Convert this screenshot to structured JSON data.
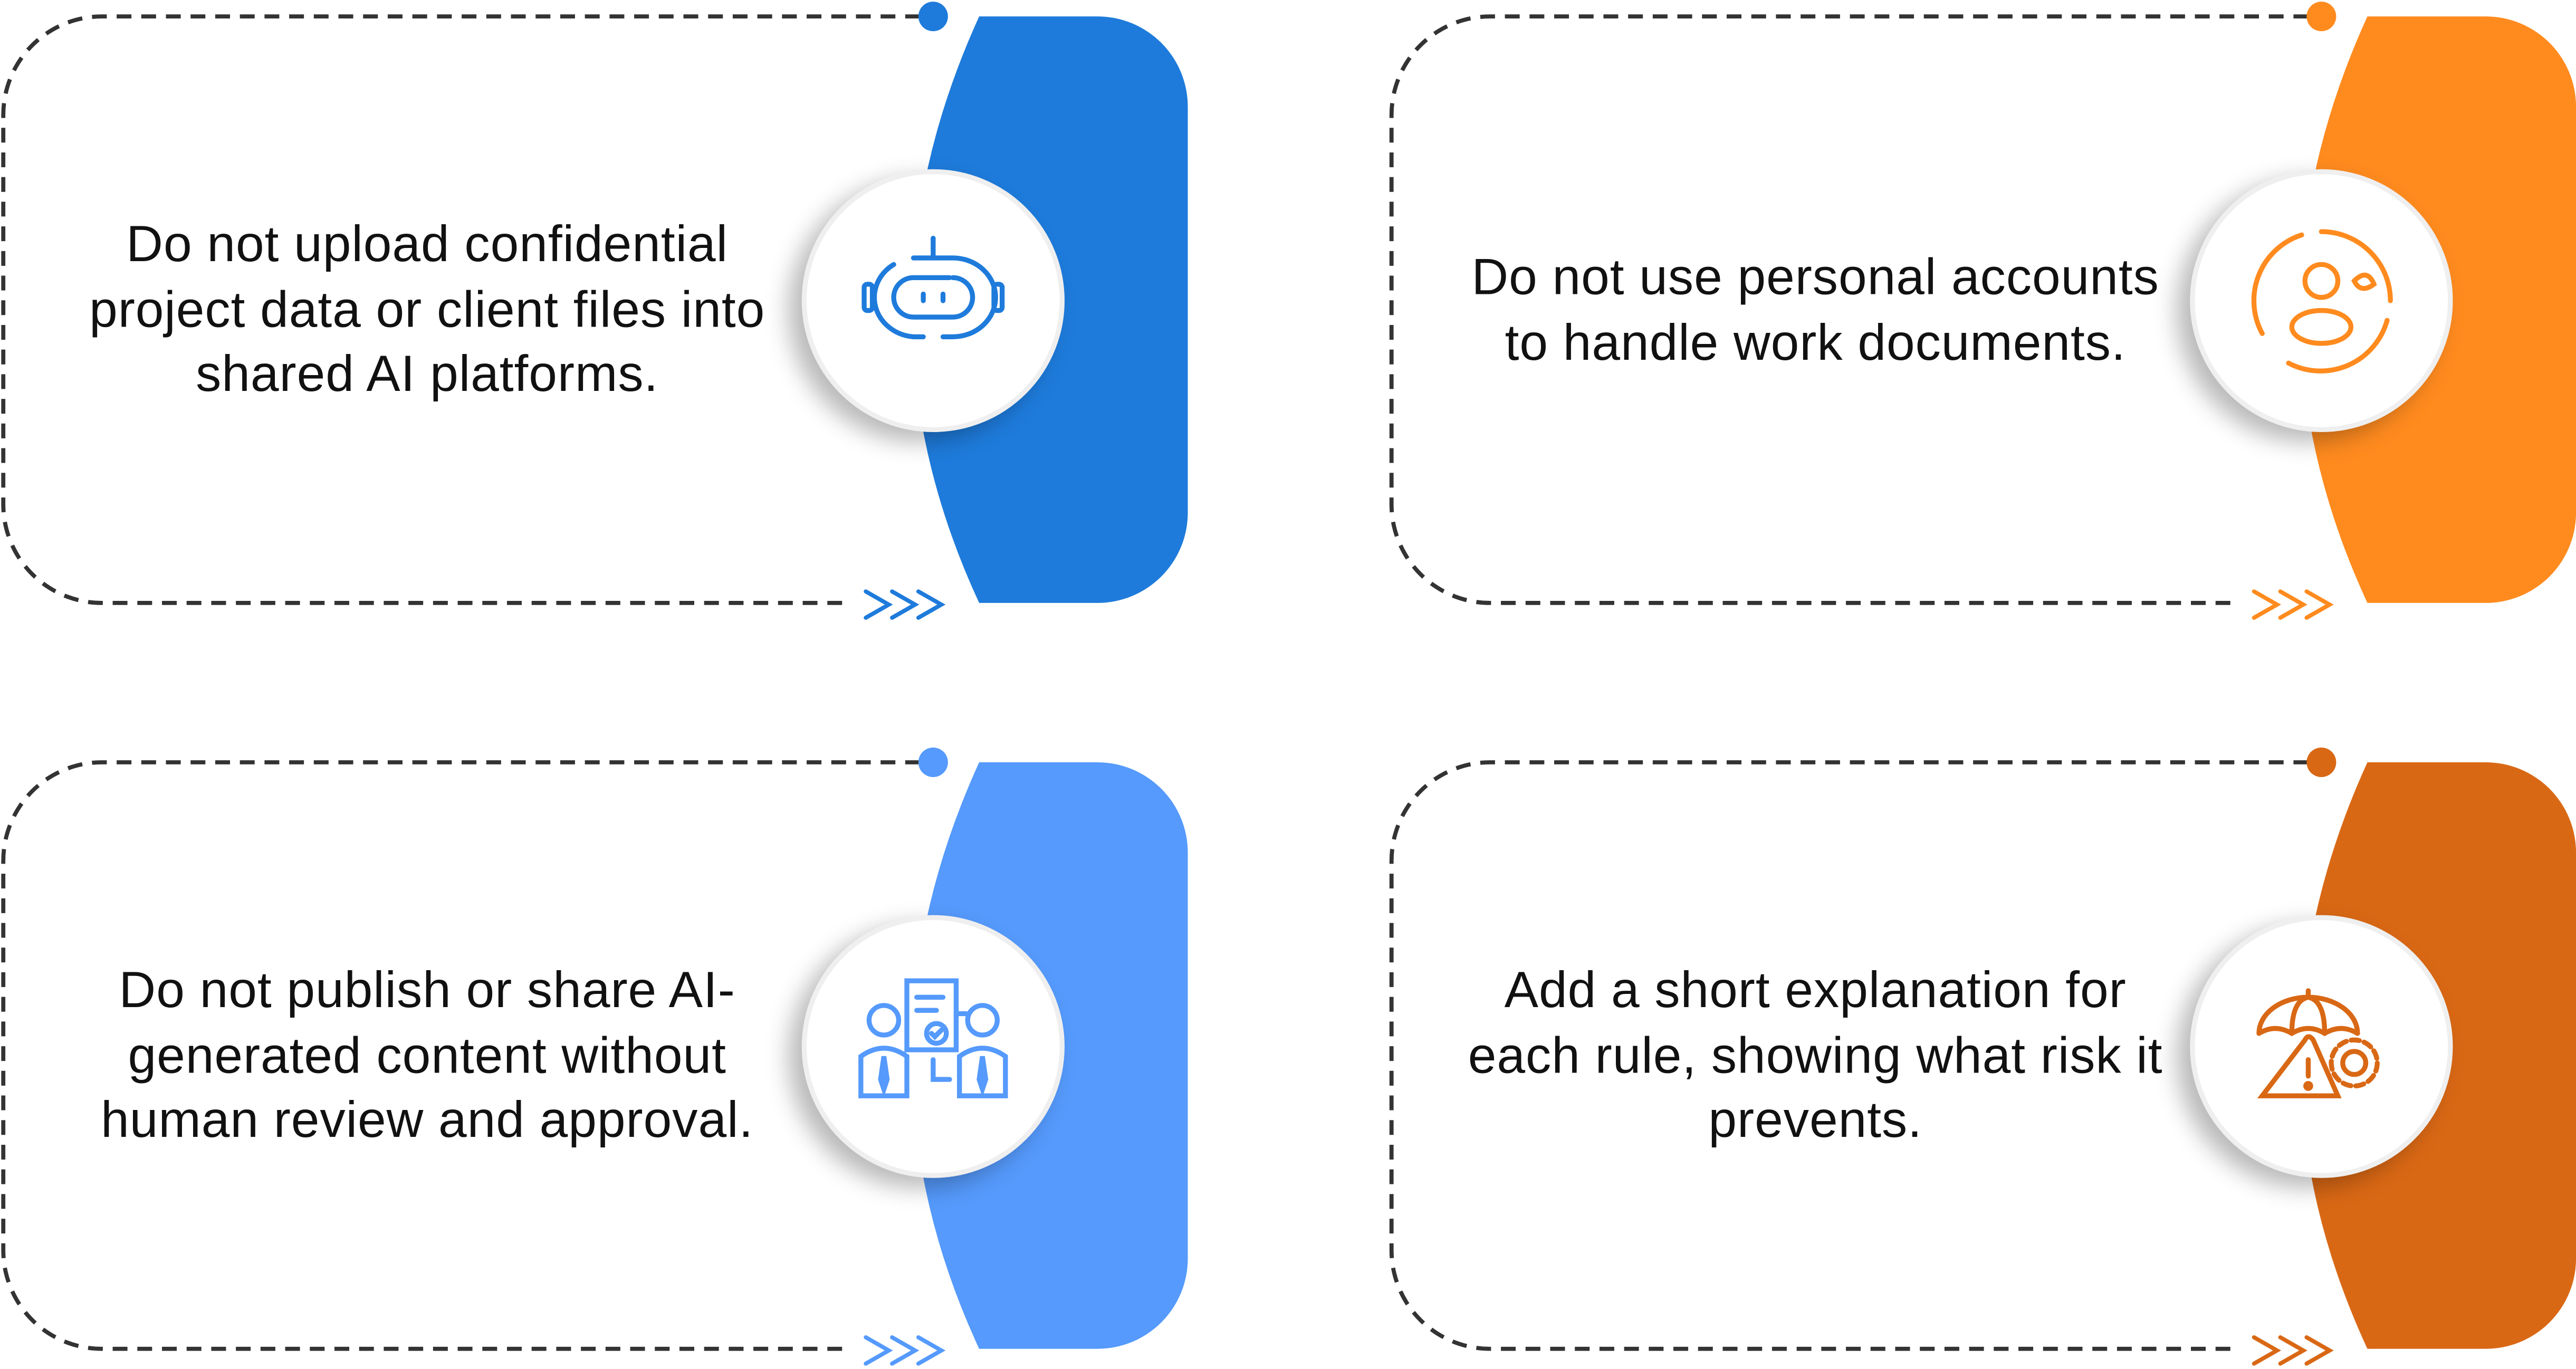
{
  "cards": [
    {
      "text": "Do not upload confidential project data or client files into shared AI platforms.",
      "color": "#1E7BDB",
      "icon": "robot-icon"
    },
    {
      "text": "Do not use personal accounts to handle work documents.",
      "color": "#FF8B1F",
      "icon": "user-privacy-icon"
    },
    {
      "text": "Do not publish or share AI-generated content without human review and approval.",
      "color": "#559AFC",
      "icon": "human-review-icon"
    },
    {
      "text": "Add a short explanation for each rule, showing what risk it prevents.",
      "color": "#D96815",
      "icon": "risk-warning-icon"
    }
  ]
}
